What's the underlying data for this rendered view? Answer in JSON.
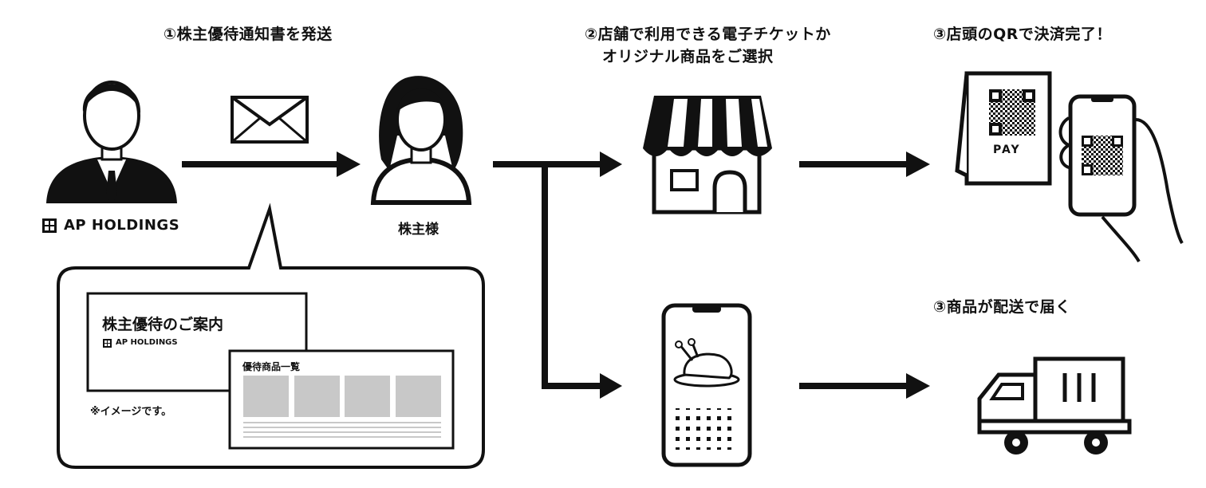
{
  "steps": {
    "step1": "①株主優待通知書を発送",
    "step2_line1": "②店舗で利用できる電子チケットか",
    "step2_line2": "オリジナル商品をご選択",
    "step3_store": "③店頭のQRで決済完了！",
    "step3_delivery": "③商品が配送で届く"
  },
  "company": {
    "name": "AP HOLDINGS"
  },
  "shareholder": {
    "label": "株主様"
  },
  "notice_card": {
    "title": "株主優待のご案内",
    "brand": "AP HOLDINGS",
    "catalog_title": "優待商品一覧",
    "image_note": "※イメージです。"
  },
  "pay_stand": {
    "label": "PAY"
  },
  "icons": [
    "businessman-icon",
    "envelope-icon",
    "shareholder-woman-icon",
    "store-icon",
    "qr-pay-stand-icon",
    "smartphone-qr-icon",
    "smartphone-product-icon",
    "delivery-truck-icon"
  ],
  "colors": {
    "ink": "#111111",
    "placeholder_gray": "#c8c8c8",
    "background": "#ffffff"
  }
}
